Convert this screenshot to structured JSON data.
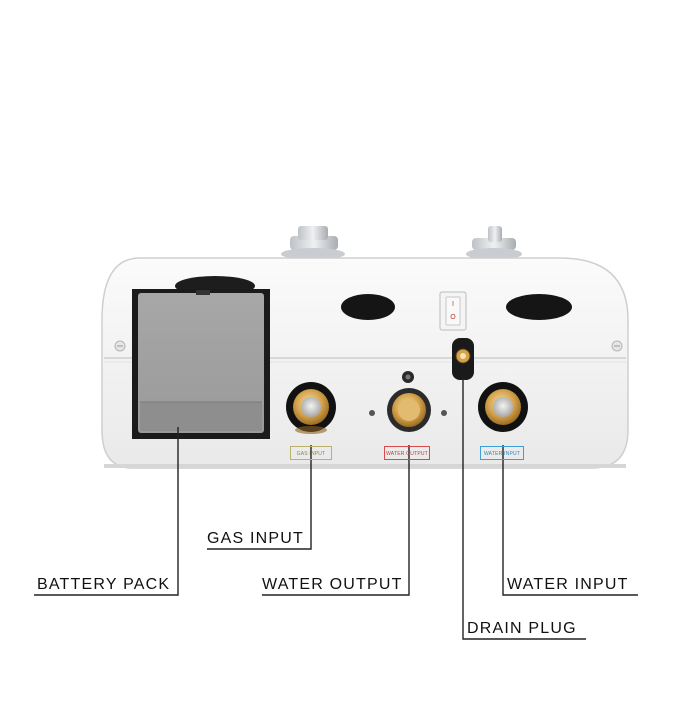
{
  "callouts": {
    "gas_input": "GAS INPUT",
    "battery_pack": "BATTERY PACK",
    "water_output": "WATER OUTPUT",
    "water_input": "WATER INPUT",
    "drain_plug": "DRAIN PLUG"
  },
  "port_labels": {
    "gas": "GAS INPUT",
    "water_output": "WATER OUTPUT",
    "water_input": "WATER INPUT"
  },
  "switch": {
    "on_mark": "I",
    "off_mark": "O"
  },
  "colors": {
    "gas_label": "#b8b26a",
    "water_output_label": "#d94a4a",
    "water_input_label": "#3aa0d8",
    "switch_on": "#c0392b",
    "brass": "#d4a24c"
  }
}
